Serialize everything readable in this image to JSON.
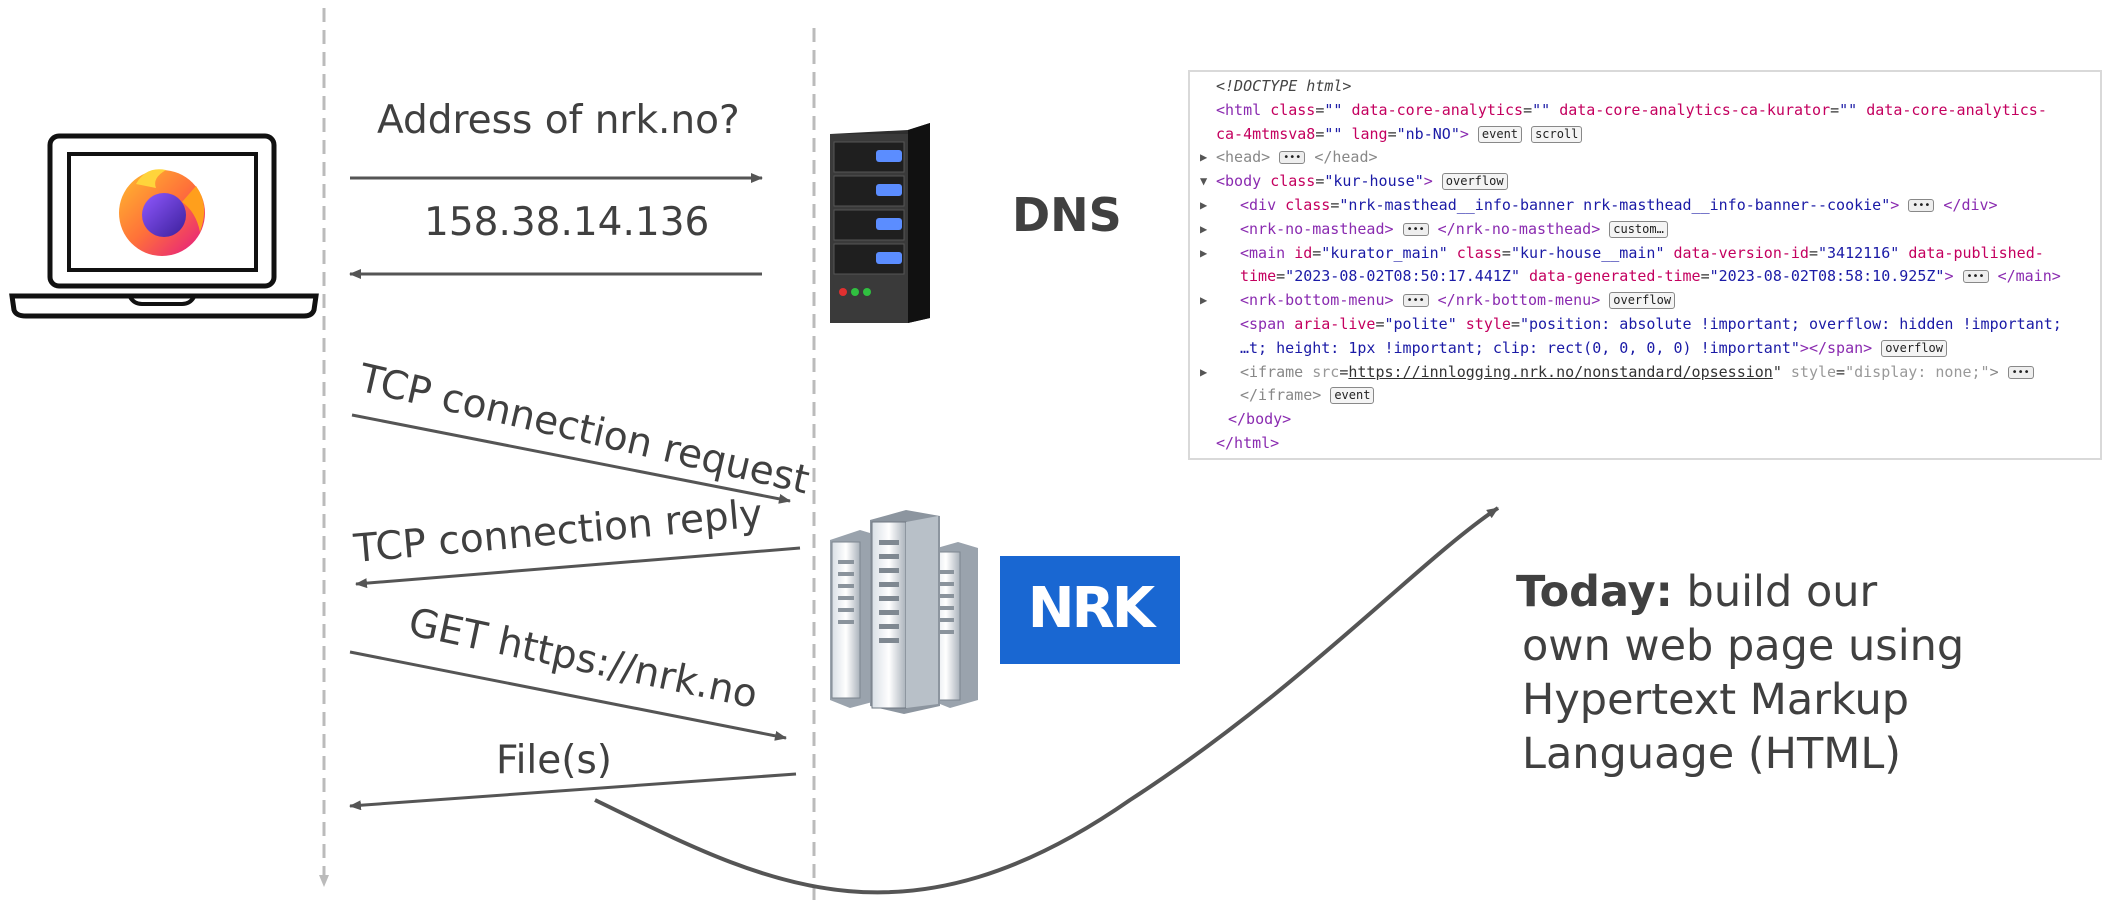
{
  "labels": {
    "dns_question": "Address of nrk.no?",
    "dns_answer": "158.38.14.136",
    "dns": "DNS",
    "tcp_request": "TCP connection request",
    "tcp_reply": "TCP connection reply",
    "get_request": "GET https://nrk.no",
    "files": "File(s)"
  },
  "logo": "NRK",
  "today": {
    "bold": "Today:",
    "line1": " build our",
    "line2": "own web page using",
    "line3": "Hypertext Markup",
    "line4": "Language (HTML)"
  },
  "code": {
    "doctype": "<!DOCTYPE html>",
    "html_lang": "nb-NO",
    "html_attr_line2": "ca-4mtmsva8",
    "body_class": "kur-house",
    "div_class": "nrk-masthead__info-banner nrk-masthead__info-banner--cookie",
    "masthead_tag": "nrk-no-masthead",
    "main_id": "kurator_main",
    "main_class": "kur-house__main",
    "version_id": "3412116",
    "published_time": "2023-08-02T08:50:17.441Z",
    "generated_time": "2023-08-02T08:58:10.925Z",
    "bottom_menu_tag": "nrk-bottom-menu",
    "span_style_1": "position: absolute !important; overflow: hidden !important;",
    "span_style_2": "…t; height: 1px !important; clip: rect(0, 0, 0, 0) !important",
    "iframe_src": "https://innlogging.nrk.no/nonstandard/opsession",
    "iframe_style": "display: none;",
    "badges": {
      "event": "event",
      "scroll": "scroll",
      "overflow": "overflow",
      "custom": "custom…",
      "dots": "•••"
    }
  }
}
